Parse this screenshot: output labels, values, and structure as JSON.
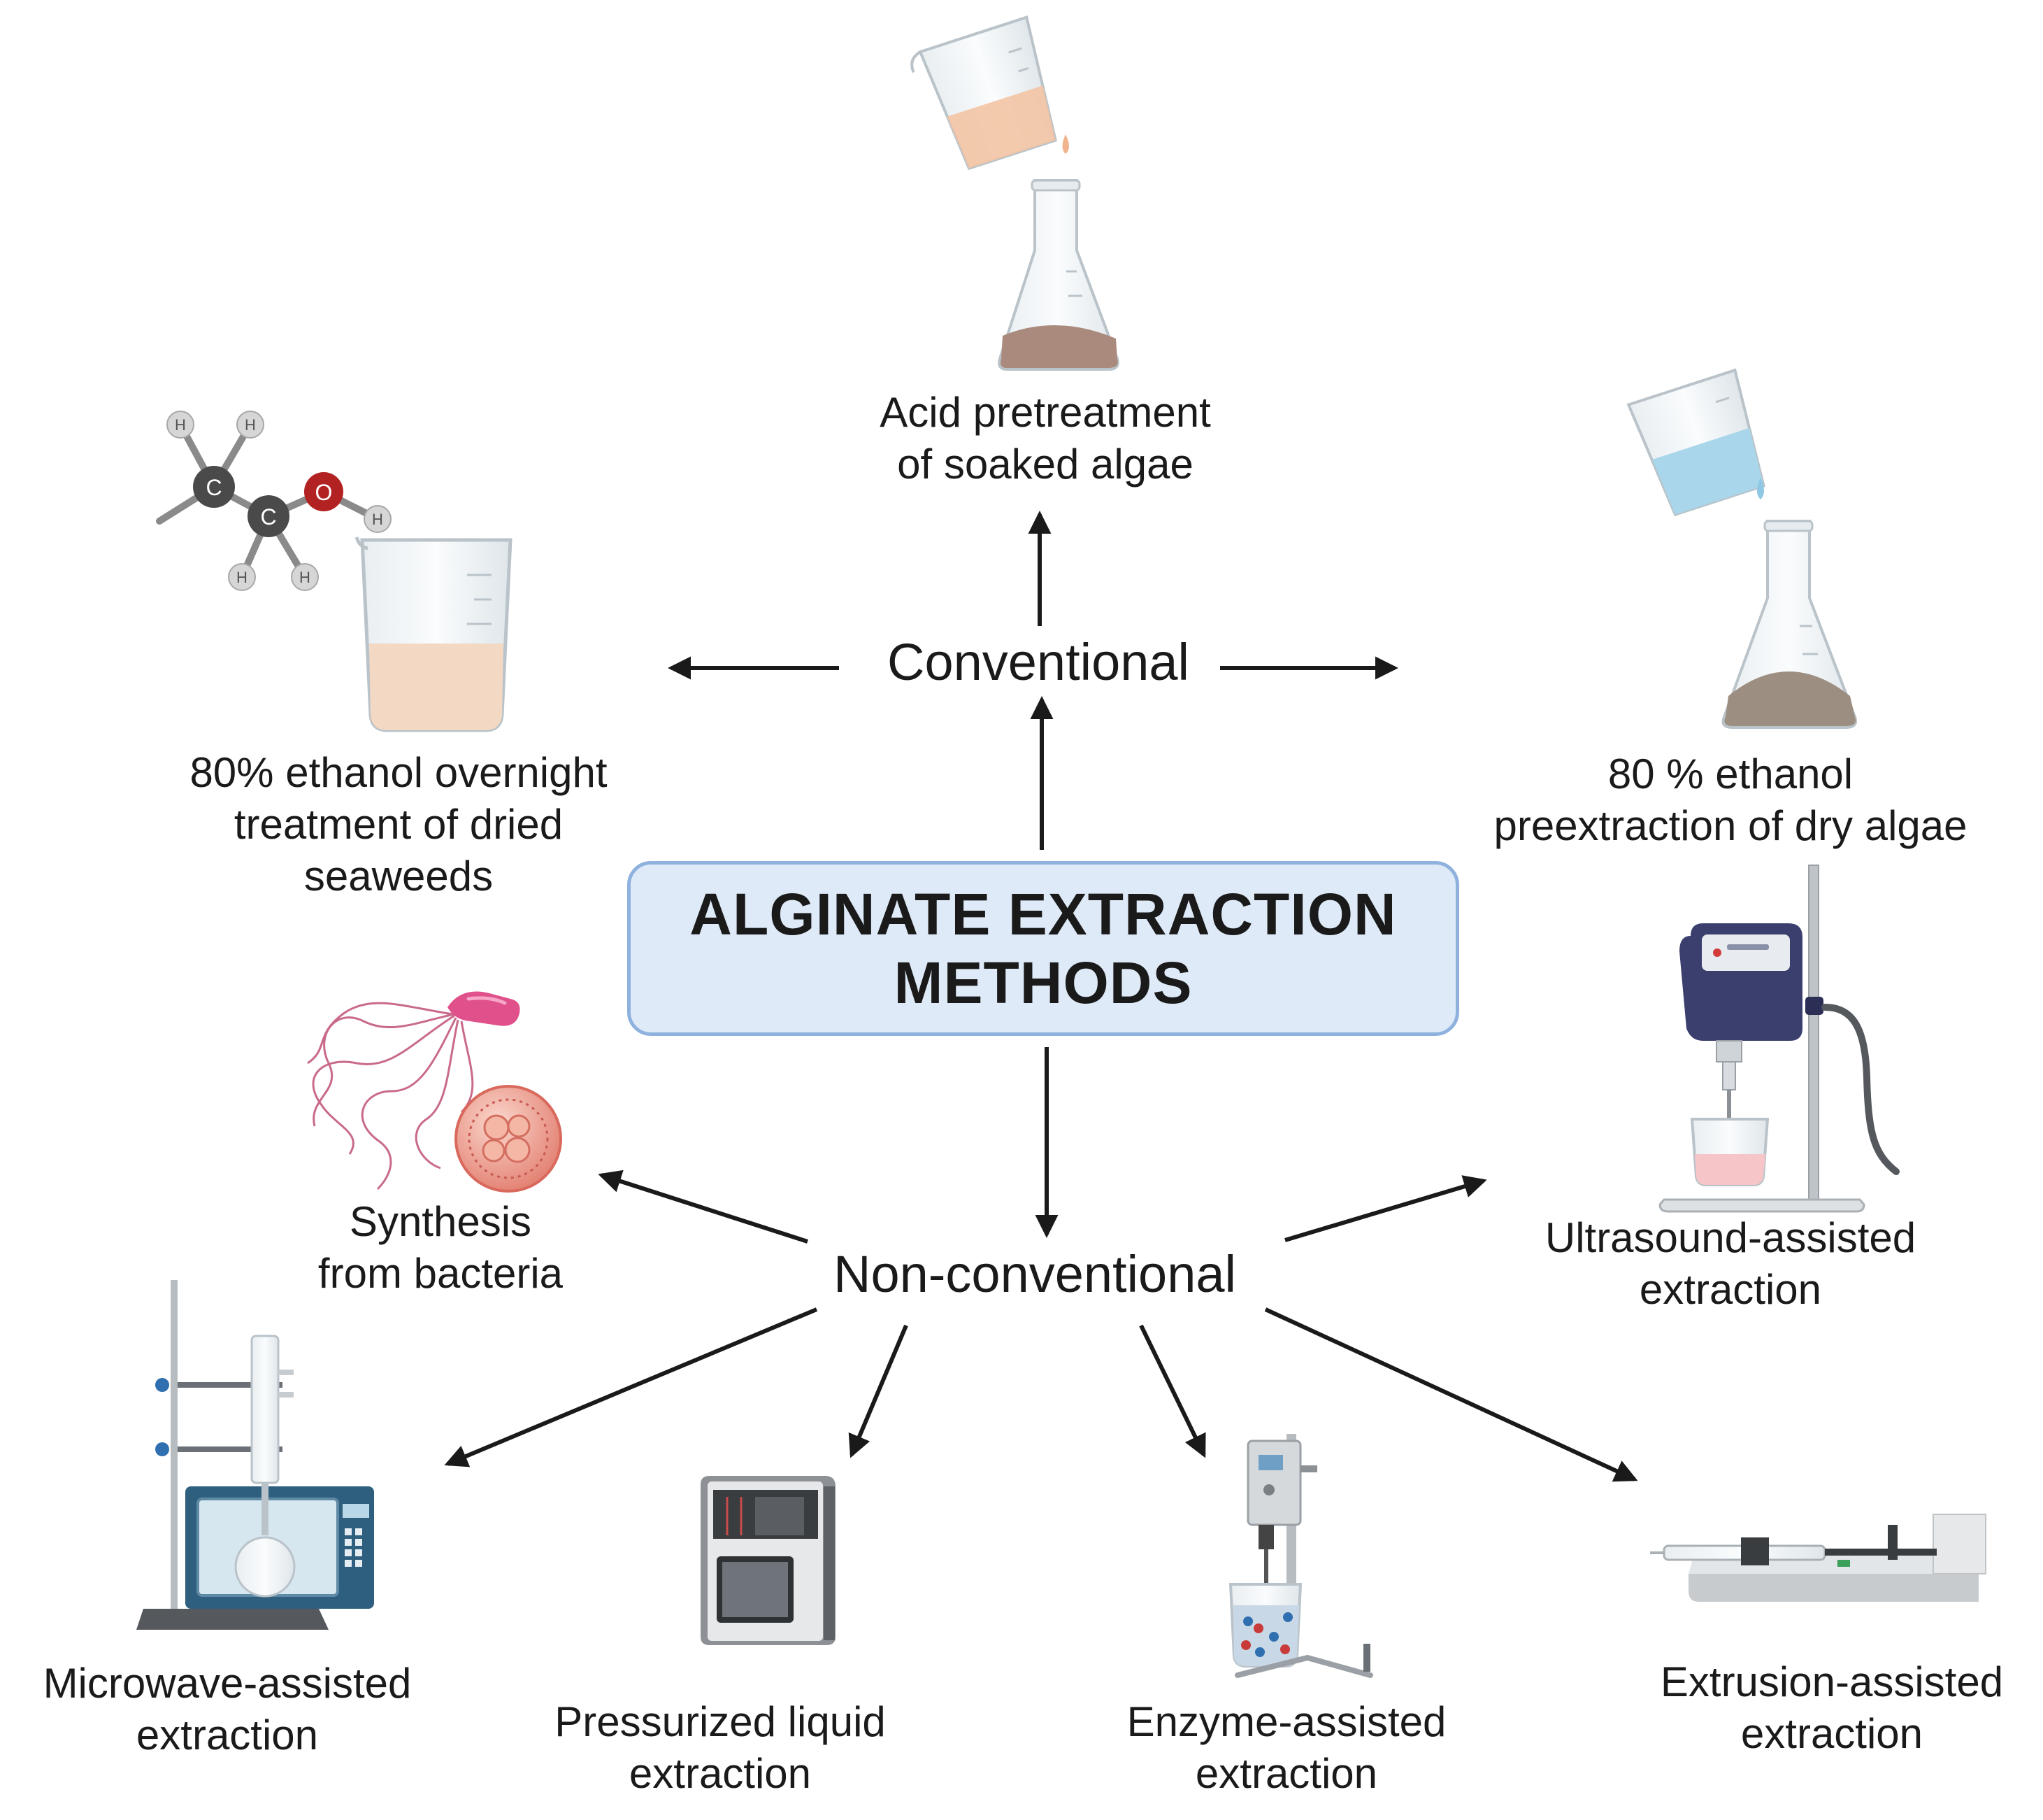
{
  "title": {
    "line1": "ALGINATE EXTRACTION",
    "line2": "METHODS"
  },
  "hubs": {
    "conventional": "Conventional",
    "non_conventional": "Non-conventional"
  },
  "conventional_methods": {
    "acid": {
      "line1": "Acid pretreatment",
      "line2": "of soaked algae"
    },
    "ethanol_overnight": {
      "line1": "80% ethanol overnight",
      "line2": "treatment of dried",
      "line3": "seaweeds"
    },
    "ethanol_preextraction": {
      "line1": "80 % ethanol",
      "line2": "preextraction of dry algae"
    }
  },
  "non_conventional_methods": {
    "bacteria": {
      "line1": "Synthesis",
      "line2": "from bacteria"
    },
    "ultrasound": {
      "line1": "Ultrasound-assisted",
      "line2": "extraction"
    },
    "microwave": {
      "line1": "Microwave-assisted",
      "line2": "extraction"
    },
    "pressurized": {
      "line1": "Pressurized liquid",
      "line2": "extraction"
    },
    "enzyme": {
      "line1": "Enzyme-assisted",
      "line2": "extraction"
    },
    "extrusion": {
      "line1": "Extrusion-assisted",
      "line2": "extraction"
    }
  },
  "molecule_atoms": {
    "carbon": "C",
    "oxygen": "O",
    "hydrogen": "H"
  },
  "colors": {
    "title_box_fill": "#dfeaf8",
    "title_box_border": "#8eb1de",
    "arrow": "#1a1a1a",
    "microwave": "#2f5f7f",
    "sonicator": "#3a3f6e",
    "bacteria_pink": "#e0508a",
    "cell_salmon": "#e8837a"
  },
  "icons": [
    "pouring-beaker-icon",
    "erlenmeyer-flask-icon",
    "ethanol-molecule-icon",
    "beaker-icon",
    "bacteria-icon",
    "cell-icon",
    "ultrasonic-homogenizer-icon",
    "microwave-reflux-icon",
    "pressurized-extractor-icon",
    "overhead-stirrer-icon",
    "syringe-pump-extruder-icon"
  ]
}
